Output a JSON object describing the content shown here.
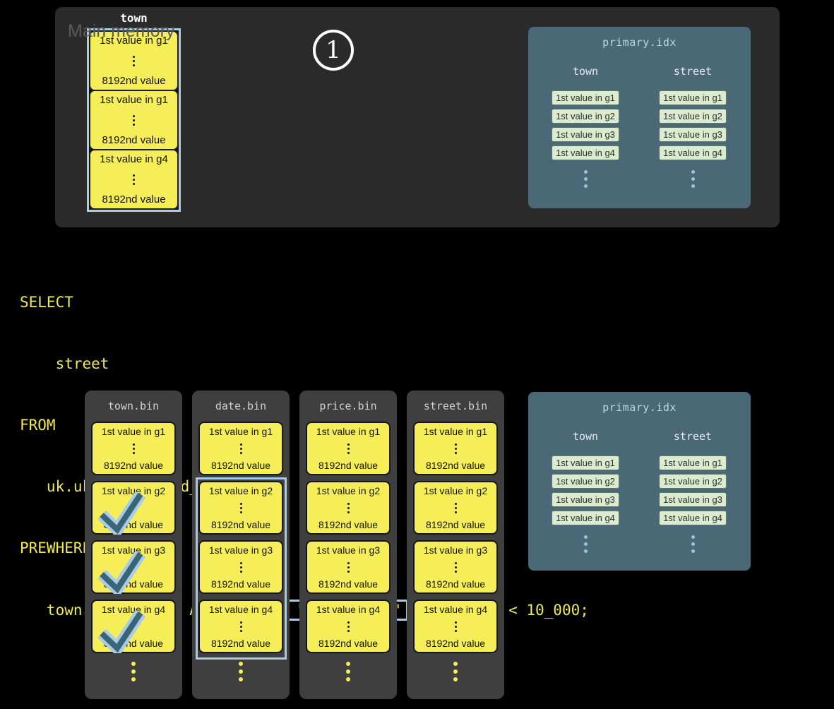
{
  "colors": {
    "background": "#000000",
    "yellow": "#f6ee58",
    "light_blue": "#a9cbe4",
    "panel_dark": "#2b2b2b",
    "panel_bin": "#3f3f3f",
    "panel_index": "#4a6876",
    "chip_green": "#dcebcf",
    "check_dark": "#3a6478",
    "sql_yellow": "#f0ea55"
  },
  "main_memory": {
    "label": "Main memory",
    "step_number": "1",
    "column_header": "town",
    "blocks": [
      {
        "first": "1st value in g1",
        "last": "8192nd value"
      },
      {
        "first": "1st value in g1",
        "last": "8192nd value"
      },
      {
        "first": "1st value in g4",
        "last": "8192nd value"
      }
    ]
  },
  "primary_index_top": {
    "title": "primary.idx",
    "town_header": "town",
    "street_header": "street",
    "town_entries": [
      "1st value in g1",
      "1st value in g2",
      "1st value in g3",
      "1st value in g4"
    ],
    "street_entries": [
      "1st value in g1",
      "1st value in g2",
      "1st value in g3",
      "1st value in g4"
    ]
  },
  "sql": {
    "line1": "SELECT",
    "line2": "    street",
    "line3": "FROM",
    "line4": "   uk.uk_price_paid_simple",
    "line5": "PREWHERE",
    "line6_prefix": "   town = 'LONDON' AND ",
    "line6_highlight": "date > '2024-12-31'",
    "line6_suffix": " AND price < 10_000;"
  },
  "bins": {
    "town": {
      "title": "town.bin",
      "blocks": [
        {
          "first": "1st value in g1",
          "last": "8192nd value",
          "checked": false
        },
        {
          "first": "1st value in g2",
          "last": "8192nd value",
          "checked": true
        },
        {
          "first": "1st value in g3",
          "last": "8192nd value",
          "checked": true
        },
        {
          "first": "1st value in g4",
          "last": "8192nd value",
          "checked": true
        }
      ]
    },
    "date": {
      "title": "date.bin",
      "blocks": [
        {
          "first": "1st value in g1",
          "last": "8192nd value"
        },
        {
          "first": "1st value in g2",
          "last": "8192nd value"
        },
        {
          "first": "1st value in g3",
          "last": "8192nd value"
        },
        {
          "first": "1st value in g4",
          "last": "8192nd value"
        }
      ],
      "highlighted_range": "g2-g4"
    },
    "price": {
      "title": "price.bin",
      "blocks": [
        {
          "first": "1st value in g1",
          "last": "8192nd value"
        },
        {
          "first": "1st value in g2",
          "last": "8192nd value"
        },
        {
          "first": "1st value in g3",
          "last": "8192nd value"
        },
        {
          "first": "1st value in g4",
          "last": "8192nd value"
        }
      ]
    },
    "street": {
      "title": "street.bin",
      "blocks": [
        {
          "first": "1st value in g1",
          "last": "8192nd value"
        },
        {
          "first": "1st value in g2",
          "last": "8192nd value"
        },
        {
          "first": "1st value in g3",
          "last": "8192nd value"
        },
        {
          "first": "1st value in g4",
          "last": "8192nd value"
        }
      ]
    }
  },
  "primary_index_bottom": {
    "title": "primary.idx",
    "town_header": "town",
    "street_header": "street",
    "town_entries": [
      "1st value in g1",
      "1st value in g2",
      "1st value in g3",
      "1st value in g4"
    ],
    "street_entries": [
      "1st value in g1",
      "1st value in g2",
      "1st value in g3",
      "1st value in g4"
    ]
  }
}
